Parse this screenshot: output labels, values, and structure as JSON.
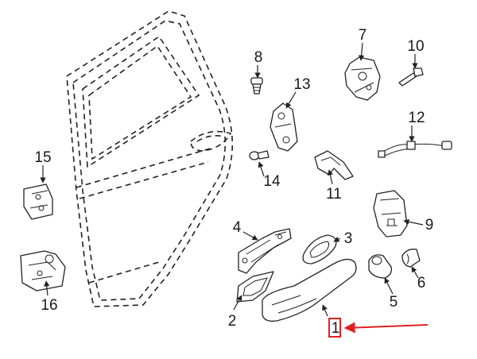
{
  "colors": {
    "line": "#222222",
    "highlight": "#e02020",
    "background": "#ffffff"
  },
  "callouts": {
    "c1": "1",
    "c2": "2",
    "c3": "3",
    "c4": "4",
    "c5": "5",
    "c6": "6",
    "c7": "7",
    "c8": "8",
    "c9": "9",
    "c10": "10",
    "c11": "11",
    "c12": "12",
    "c13": "13",
    "c14": "14",
    "c15": "15",
    "c16": "16"
  },
  "highlighted_part": "1"
}
